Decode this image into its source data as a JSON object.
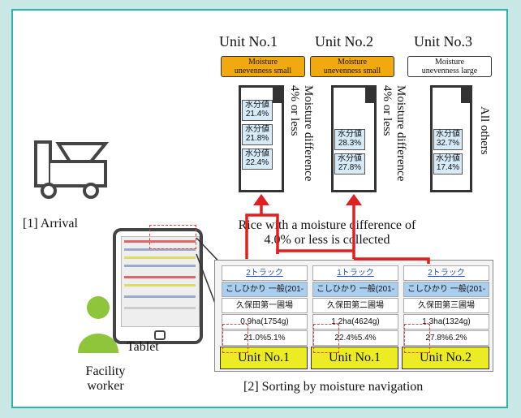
{
  "units": [
    {
      "title": "Unit No.1",
      "moisture_label": "Moisture\nunevenness small",
      "moisture_color": "#f2a90f",
      "tags": [
        "水分値\n21.4%",
        "水分値\n21.8%",
        "水分値\n22.4%"
      ],
      "side_text": "Moisture difference\n4% or less"
    },
    {
      "title": "Unit No.2",
      "moisture_label": "Moisture\nunevenness small",
      "moisture_color": "#f2a90f",
      "tags": [
        "水分値\n28.3%",
        "水分値\n27.8%"
      ],
      "side_text": "Moisture difference\n4% or less"
    },
    {
      "title": "Unit No.3",
      "moisture_label": "Moisture\nunevenness large",
      "moisture_color": "#ffffff",
      "tags": [
        "水分値\n32.7%",
        "水分値\n17.4%"
      ],
      "side_text": "All others"
    }
  ],
  "labels": {
    "arrival": "[1] Arrival",
    "collected_line1": "Rice with a moisture difference of",
    "collected_line2": "4.0% or less is collected",
    "tablet": "Tablet",
    "worker_line1": "Facility",
    "worker_line2": "worker",
    "sorting": "[2] Sorting by moisture navigation"
  },
  "table": {
    "columns": [
      {
        "header": "2トラック",
        "variety": "こしひかり 一般(201-",
        "field": "久保田第一圃場",
        "weight": "0.9ha(1754g)",
        "moisture": "21.0%5.1%",
        "button": "Unit No.1"
      },
      {
        "header": "1トラック",
        "variety": "こしひかり 一般(201-",
        "field": "久保田第二圃場",
        "weight": "1.2ha(4624g)",
        "moisture": "22.4%5.4%",
        "button": "Unit No.1"
      },
      {
        "header": "2トラック",
        "variety": "こしひかり 一般(201-",
        "field": "久保田第三圃場",
        "weight": "1.3ha(1324g)",
        "moisture": "27.8%6.2%",
        "button": "Unit No.2"
      }
    ]
  },
  "colors": {
    "accent": "#2bb3a6",
    "arrow": "#e02020",
    "worker": "#8fc53a",
    "button": "#ecec24"
  }
}
